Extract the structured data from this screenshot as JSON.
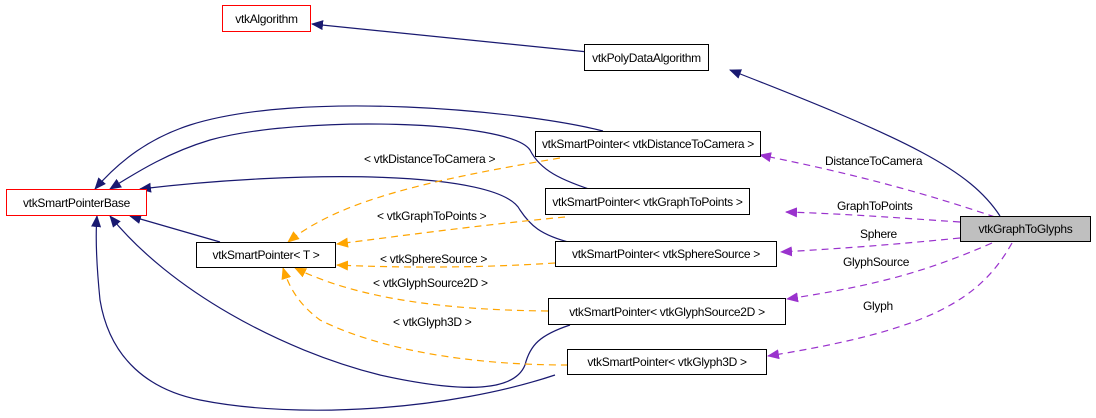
{
  "diagram": {
    "title": "vtkGraphToGlyphs collaboration graph",
    "colors": {
      "inheritance": "#191970",
      "usage": "#9a32cd",
      "template": "#ffa500",
      "undocumented_border": "#ff0000",
      "focus_fill": "#bfbfbf"
    },
    "nodes": {
      "vtkAlgorithm": "vtkAlgorithm",
      "vtkPolyDataAlgorithm": "vtkPolyDataAlgorithm",
      "vtkSmartPointerBase": "vtkSmartPointerBase",
      "vtkSmartPointerT": "vtkSmartPointer< T >",
      "spDistanceToCamera": "vtkSmartPointer< vtkDistanceToCamera >",
      "spGraphToPoints": "vtkSmartPointer< vtkGraphToPoints >",
      "spSphereSource": "vtkSmartPointer< vtkSphereSource >",
      "spGlyphSource2D": "vtkSmartPointer< vtkGlyphSource2D >",
      "spGlyph3D": "vtkSmartPointer< vtkGlyph3D >",
      "vtkGraphToGlyphs": "vtkGraphToGlyphs"
    },
    "edge_labels": {
      "DistanceToCamera": "DistanceToCamera",
      "GraphToPoints": "GraphToPoints",
      "Sphere": "Sphere",
      "GlyphSource": "GlyphSource",
      "Glyph": "Glyph",
      "tDistanceToCamera": "< vtkDistanceToCamera >",
      "tGraphToPoints": "< vtkGraphToPoints >",
      "tSphereSource": "< vtkSphereSource >",
      "tGlyphSource2D": "< vtkGlyphSource2D >",
      "tGlyph3D": "< vtkGlyph3D >"
    }
  }
}
